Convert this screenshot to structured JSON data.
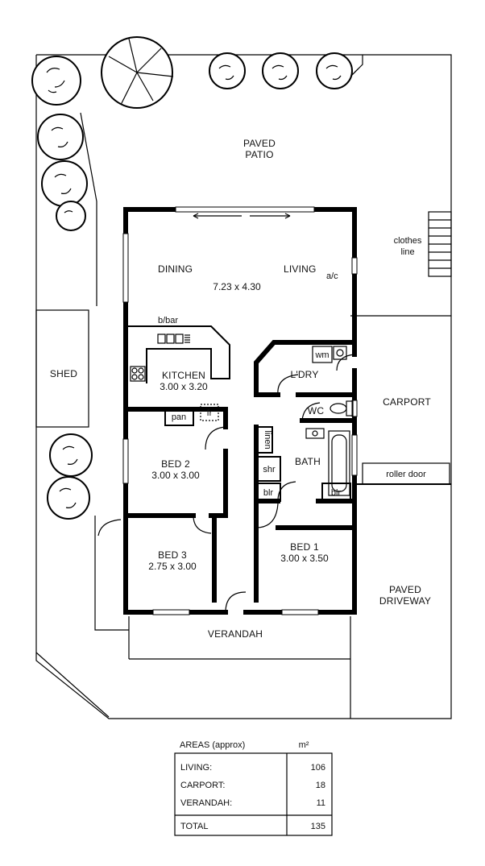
{
  "rooms": {
    "paved_patio_line1": "PAVED",
    "paved_patio_line2": "PATIO",
    "dining": "DINING",
    "living": "LIVING",
    "living_dims": "7.23 x 4.30",
    "ac": "a/c",
    "bbar": "b/bar",
    "kitchen": "KITCHEN",
    "kitchen_dims": "3.00 x 3.20",
    "pan": "pan",
    "fr": "fr",
    "wm": "wm",
    "laundry": "L'DRY",
    "wc": "WC",
    "linen": "linen",
    "shr": "shr",
    "bath": "BATH",
    "blr_left": "blr",
    "blr_right": "blr",
    "bed2": "BED 2",
    "bed2_dims": "3.00 x 3.00",
    "bed3": "BED 3",
    "bed3_dims": "2.75 x 3.00",
    "bed1": "BED 1",
    "bed1_dims": "3.00 x 3.50",
    "verandah": "VERANDAH",
    "shed": "SHED",
    "clothes_line1": "clothes",
    "clothes_line2": "line",
    "carport": "CARPORT",
    "roller_door": "roller door",
    "paved_driveway_line1": "PAVED",
    "paved_driveway_line2": "DRIVEWAY"
  },
  "areas": {
    "title": "AREAS (approx)",
    "unit": "m²",
    "rows": [
      {
        "label": "LIVING:",
        "value": "106"
      },
      {
        "label": "CARPORT:",
        "value": "18"
      },
      {
        "label": "VERANDAH:",
        "value": "11"
      }
    ],
    "total_label": "TOTAL",
    "total_value": "135"
  }
}
